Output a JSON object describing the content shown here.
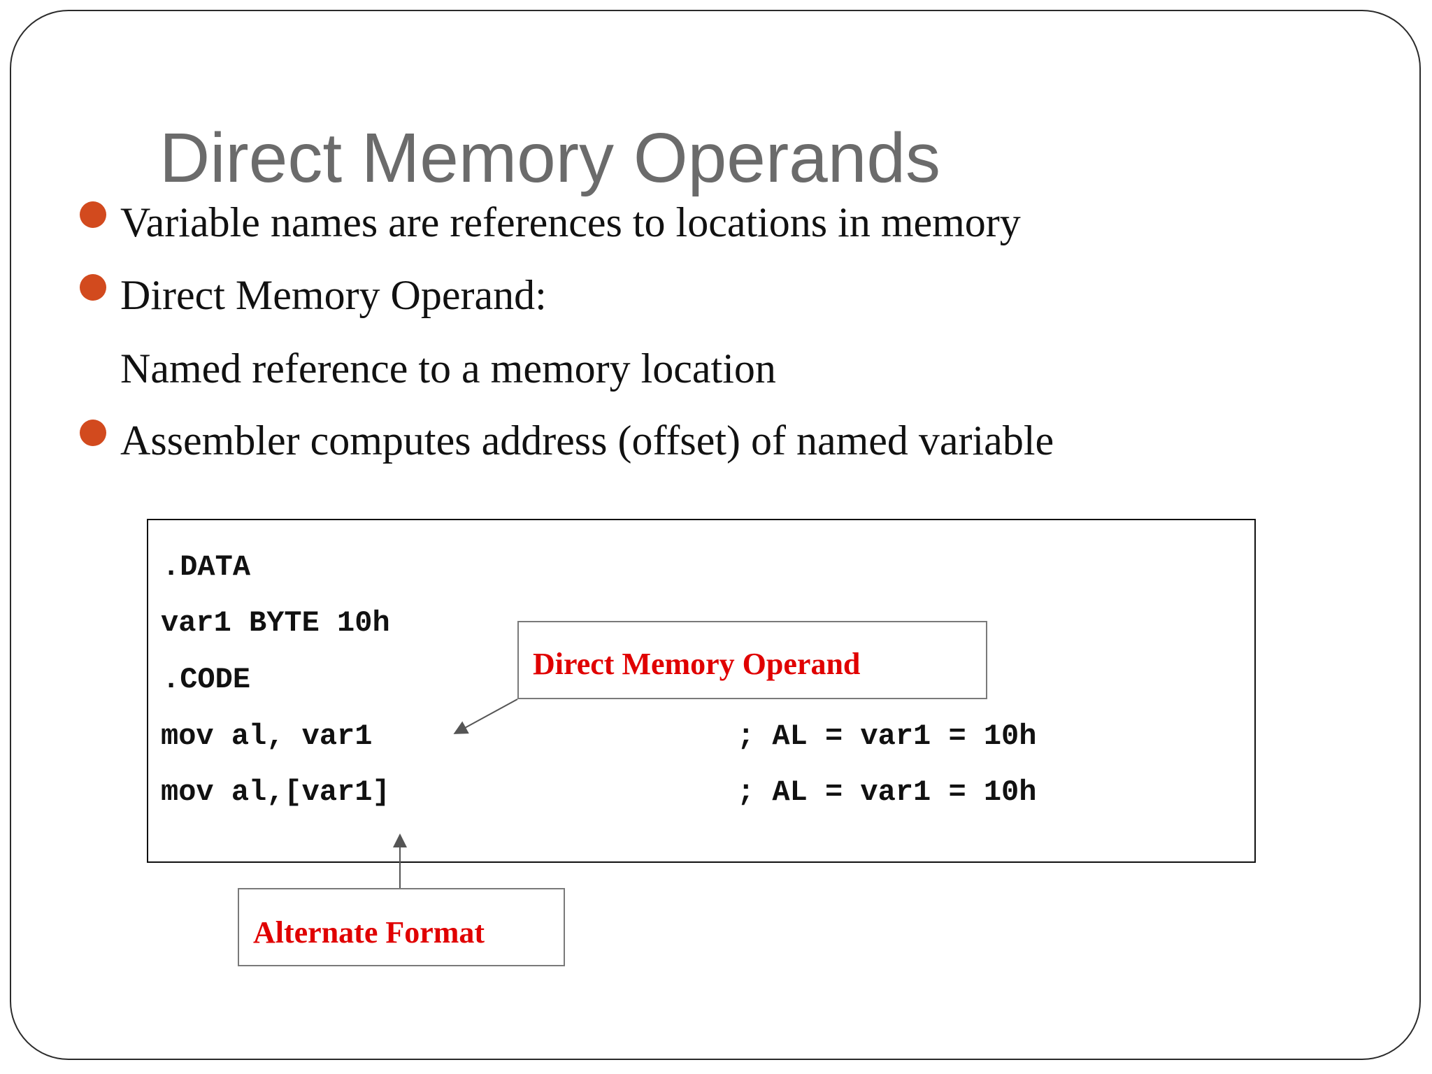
{
  "slide": {
    "title": "Direct Memory Operands",
    "bullets": [
      {
        "text": "Variable names are references to locations in memory"
      },
      {
        "text": "Direct Memory Operand:",
        "subtext": "Named reference to a memory location"
      },
      {
        "text": "Assembler computes address (offset) of named variable"
      }
    ],
    "accent_color": "#d24a1e",
    "code": {
      "lines": [
        ".DATA",
        "var1 BYTE 10h",
        ".CODE",
        "mov al, var1",
        "mov al,[var1]"
      ],
      "comments": [
        "; AL = var1 = 10h",
        "; AL = var1 = 10h"
      ]
    },
    "callouts": {
      "direct": "Direct Memory Operand",
      "alternate": "Alternate Format",
      "label_color": "#e00000"
    }
  }
}
